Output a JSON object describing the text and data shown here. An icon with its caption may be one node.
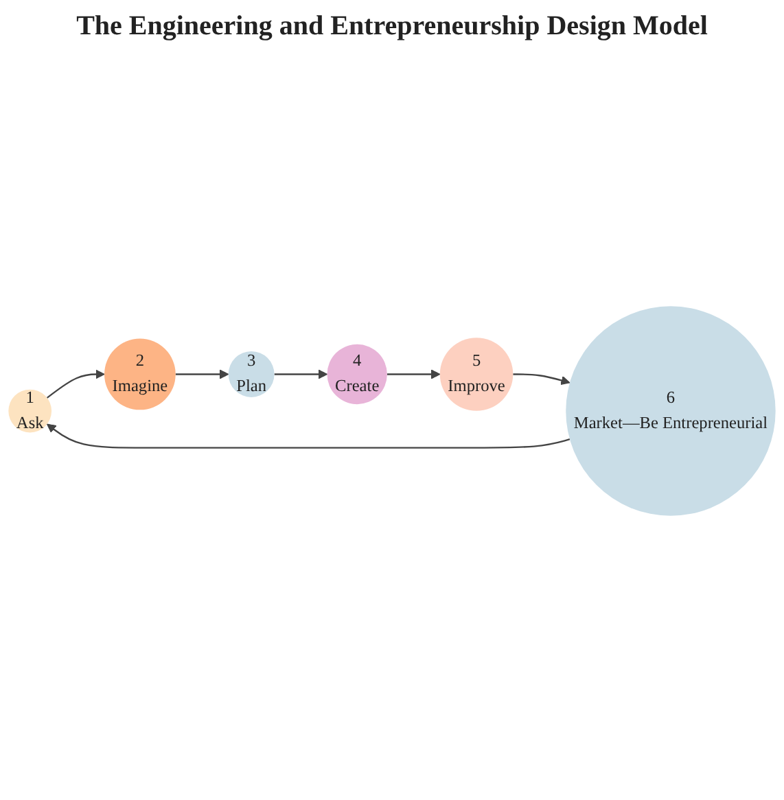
{
  "diagram": {
    "title": "The Engineering and Entrepreneurship Design Model",
    "nodes": [
      {
        "text": [
          "1",
          "Ask"
        ]
      },
      {
        "text": [
          "2",
          "Imagine"
        ]
      },
      {
        "text": [
          "3",
          "Plan"
        ]
      },
      {
        "text": [
          "4",
          "Create"
        ]
      },
      {
        "text": [
          "5",
          "Improve"
        ]
      },
      {
        "text": [
          "6",
          "Market—Be Entrepreneurial"
        ]
      }
    ],
    "edges": [
      {
        "from": 0,
        "to": 1,
        "arrow": "to"
      },
      {
        "from": 1,
        "to": 2,
        "arrow": "to"
      },
      {
        "from": 2,
        "to": 3,
        "arrow": "to"
      },
      {
        "from": 3,
        "to": 4,
        "arrow": "to"
      },
      {
        "from": 4,
        "to": 5,
        "arrow": "to"
      },
      {
        "from": 5,
        "to": 0,
        "arrow": "to"
      }
    ]
  }
}
